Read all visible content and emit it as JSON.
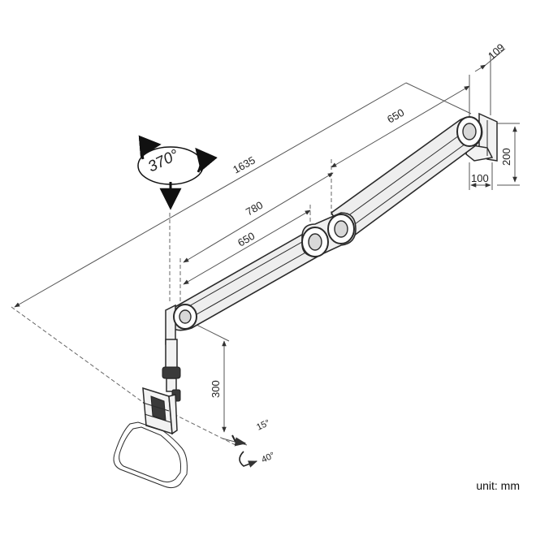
{
  "dimensions": {
    "total_length": "1635",
    "arm_reach": "780",
    "lower_arm_length": "650",
    "upper_arm_length": "650",
    "wall_offset": "109",
    "bracket_height": "200",
    "bracket_depth": "100",
    "pole_height": "300"
  },
  "rotations": {
    "swivel": "370°",
    "tilt_up": "15°",
    "tilt_down": "40°"
  },
  "unit_label": "unit: mm"
}
